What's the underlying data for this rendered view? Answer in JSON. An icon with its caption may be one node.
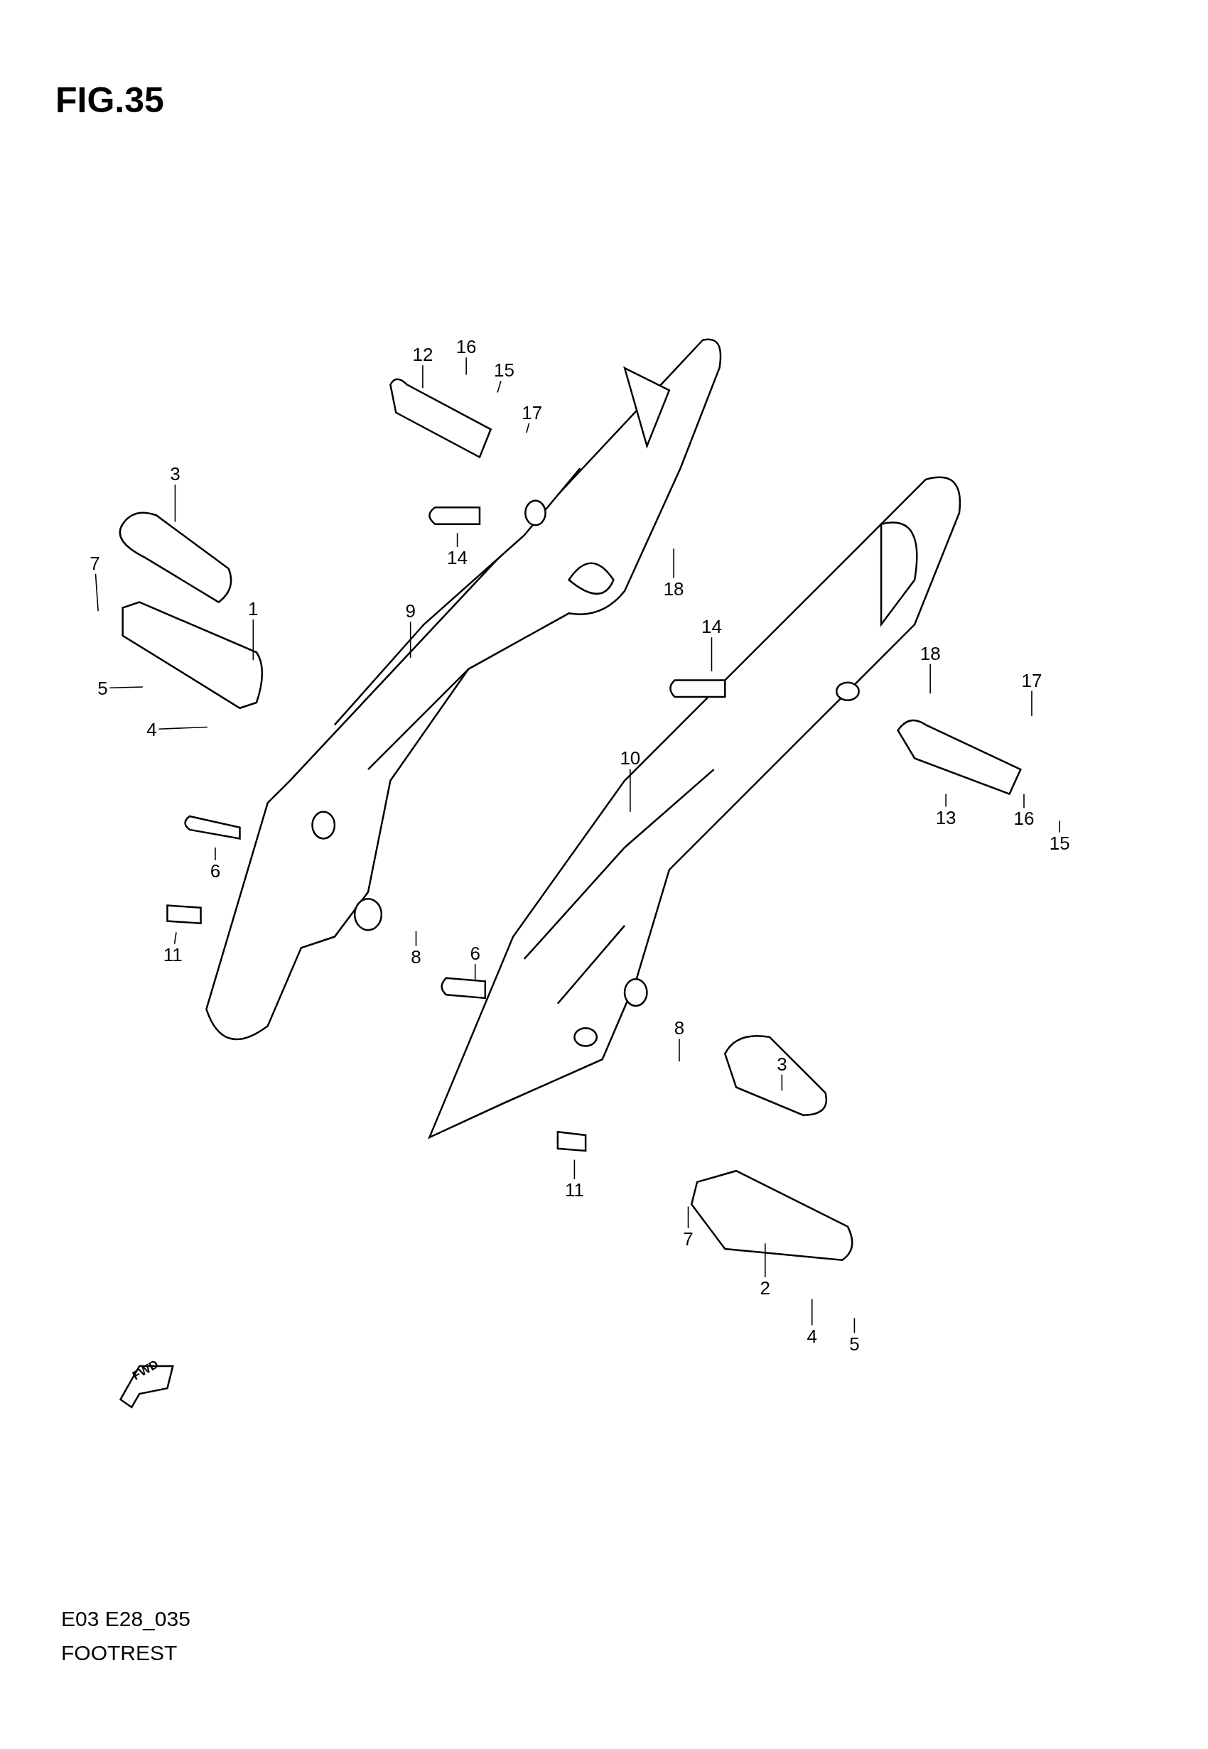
{
  "diagram": {
    "title": "FIG.35",
    "nodes": [
      {
        "text": [
          "16"
        ]
      },
      {
        "text": [
          "12"
        ]
      },
      {
        "text": [
          "15"
        ]
      },
      {
        "text": [
          "17"
        ]
      },
      {
        "text": [
          "3"
        ]
      },
      {
        "text": [
          "14"
        ]
      },
      {
        "text": [
          "7"
        ]
      },
      {
        "text": [
          "18"
        ]
      },
      {
        "text": [
          "1"
        ]
      },
      {
        "text": [
          "9"
        ]
      },
      {
        "text": [
          "14"
        ]
      },
      {
        "text": [
          "18"
        ]
      },
      {
        "text": [
          "17"
        ]
      },
      {
        "text": [
          "5"
        ]
      },
      {
        "text": [
          "4"
        ]
      },
      {
        "text": [
          "10"
        ]
      },
      {
        "text": [
          "13"
        ]
      },
      {
        "text": [
          "16"
        ]
      },
      {
        "text": [
          "15"
        ]
      },
      {
        "text": [
          "6"
        ]
      },
      {
        "text": [
          "6"
        ]
      },
      {
        "text": [
          "11"
        ]
      },
      {
        "text": [
          "8"
        ]
      },
      {
        "text": [
          "8"
        ]
      },
      {
        "text": [
          "3"
        ]
      },
      {
        "text": [
          "11"
        ]
      },
      {
        "text": [
          "7"
        ]
      },
      {
        "text": [
          "2"
        ]
      },
      {
        "text": [
          "4"
        ]
      },
      {
        "text": [
          "5"
        ]
      }
    ],
    "edges": [
      {
        "from": 0,
        "to": null,
        "arrow": "none"
      },
      {
        "from": 1,
        "to": null,
        "arrow": "none"
      },
      {
        "from": 2,
        "to": null,
        "arrow": "none"
      },
      {
        "from": 3,
        "to": null,
        "arrow": "none"
      },
      {
        "from": 4,
        "to": null,
        "arrow": "none"
      },
      {
        "from": 5,
        "to": null,
        "arrow": "none"
      },
      {
        "from": 6,
        "to": null,
        "arrow": "none"
      },
      {
        "from": 7,
        "to": null,
        "arrow": "none"
      },
      {
        "from": 8,
        "to": null,
        "arrow": "none"
      },
      {
        "from": 9,
        "to": null,
        "arrow": "none"
      },
      {
        "from": 10,
        "to": null,
        "arrow": "none"
      },
      {
        "from": 11,
        "to": null,
        "arrow": "none"
      },
      {
        "from": 12,
        "to": null,
        "arrow": "none"
      },
      {
        "from": 13,
        "to": null,
        "arrow": "none"
      },
      {
        "from": 14,
        "to": null,
        "arrow": "none"
      },
      {
        "from": 15,
        "to": null,
        "arrow": "none"
      },
      {
        "from": 16,
        "to": null,
        "arrow": "none"
      },
      {
        "from": 17,
        "to": null,
        "arrow": "none"
      },
      {
        "from": 18,
        "to": null,
        "arrow": "none"
      },
      {
        "from": 19,
        "to": null,
        "arrow": "none"
      },
      {
        "from": 20,
        "to": null,
        "arrow": "none"
      },
      {
        "from": 21,
        "to": null,
        "arrow": "none"
      },
      {
        "from": 22,
        "to": null,
        "arrow": "none"
      },
      {
        "from": 23,
        "to": null,
        "arrow": "none"
      },
      {
        "from": 24,
        "to": null,
        "arrow": "none"
      },
      {
        "from": 25,
        "to": null,
        "arrow": "none"
      },
      {
        "from": 26,
        "to": null,
        "arrow": "none"
      },
      {
        "from": 27,
        "to": null,
        "arrow": "none"
      },
      {
        "from": 28,
        "to": null,
        "arrow": "none"
      },
      {
        "from": 29,
        "to": null,
        "arrow": "none"
      }
    ],
    "labels": [
      "FWD",
      "E03 E28_035",
      "FOOTREST"
    ]
  }
}
